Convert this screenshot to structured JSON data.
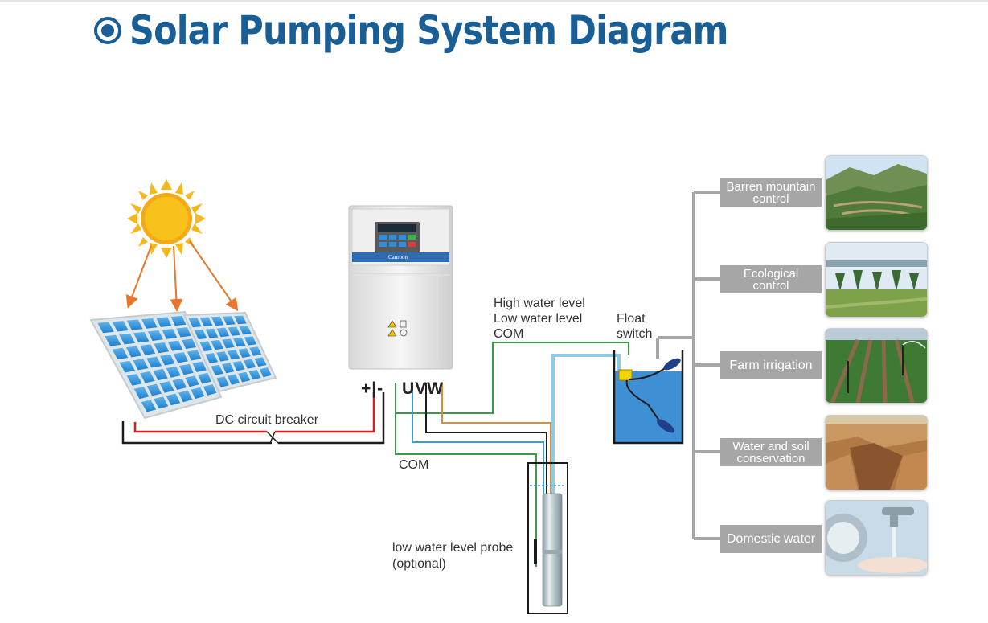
{
  "header": {
    "title": "Solar Pumping System Diagram",
    "accent": "#1a5e96"
  },
  "diagram": {
    "breaker_label": "DC circuit breaker",
    "terminal_dc": "+|-",
    "terminal_uvw": "UVW",
    "signal_labels": [
      "High water level",
      "Low water level",
      "COM"
    ],
    "float_switch": [
      "Float",
      "switch"
    ],
    "com_label": "COM",
    "probe_label": [
      "low water level probe",
      "(optional)"
    ],
    "inverter_brand": "Canroon",
    "wire_colors": {
      "red": "#d81e1e",
      "black": "#1a1a1a",
      "green": "#3a9a4a",
      "blue": "#3d9bd8",
      "light_blue": "#8ccbe8",
      "orange": "#e38a3a"
    }
  },
  "applications": [
    {
      "label": "Barren mountain control",
      "lines": [
        "Barren mountain",
        "control"
      ],
      "photo": "mountain-terraces"
    },
    {
      "label": "Ecological control",
      "lines": [
        "Ecological",
        "control"
      ],
      "photo": "tree-nursery"
    },
    {
      "label": "Farm irrigation",
      "lines": [
        "Farm irrigation"
      ],
      "photo": "sprinkler-field"
    },
    {
      "label": "Water and soil conservation",
      "lines": [
        "Water and soil",
        "conservation"
      ],
      "photo": "eroded-gully"
    },
    {
      "label": "Domestic water",
      "lines": [
        "Domestic water"
      ],
      "photo": "tap-water"
    }
  ]
}
